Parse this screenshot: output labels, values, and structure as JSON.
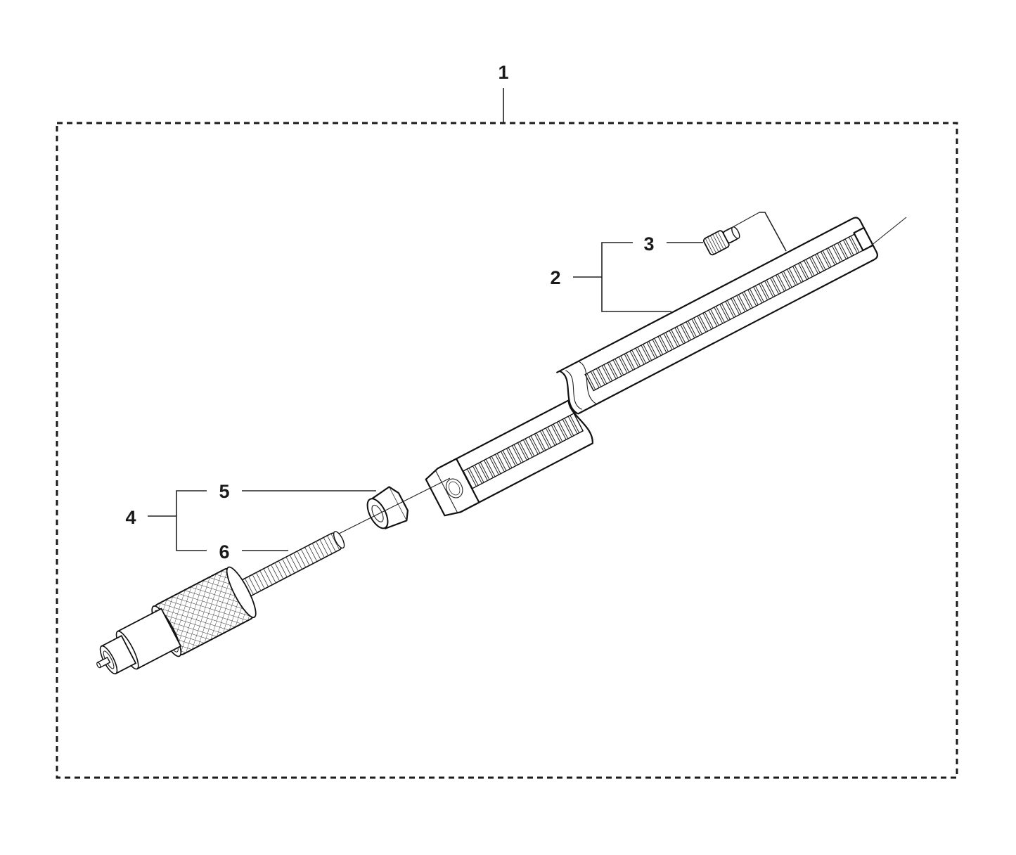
{
  "diagram": {
    "type": "exploded-parts-diagram",
    "frame_style": "dashed",
    "callouts": [
      {
        "id": "1",
        "label": "1",
        "describes": "complete assembly (dashed frame)"
      },
      {
        "id": "2",
        "label": "2",
        "describes": "shaft tube assembly"
      },
      {
        "id": "3",
        "label": "3",
        "describes": "set screw"
      },
      {
        "id": "4",
        "label": "4",
        "describes": "nipple/spring assembly"
      },
      {
        "id": "5",
        "label": "5",
        "describes": "hex nut"
      },
      {
        "id": "6",
        "label": "6",
        "describes": "threaded spring / knurled handle"
      }
    ],
    "colors": {
      "line": "#111111",
      "background": "#ffffff",
      "text": "#1a1a1a"
    }
  }
}
